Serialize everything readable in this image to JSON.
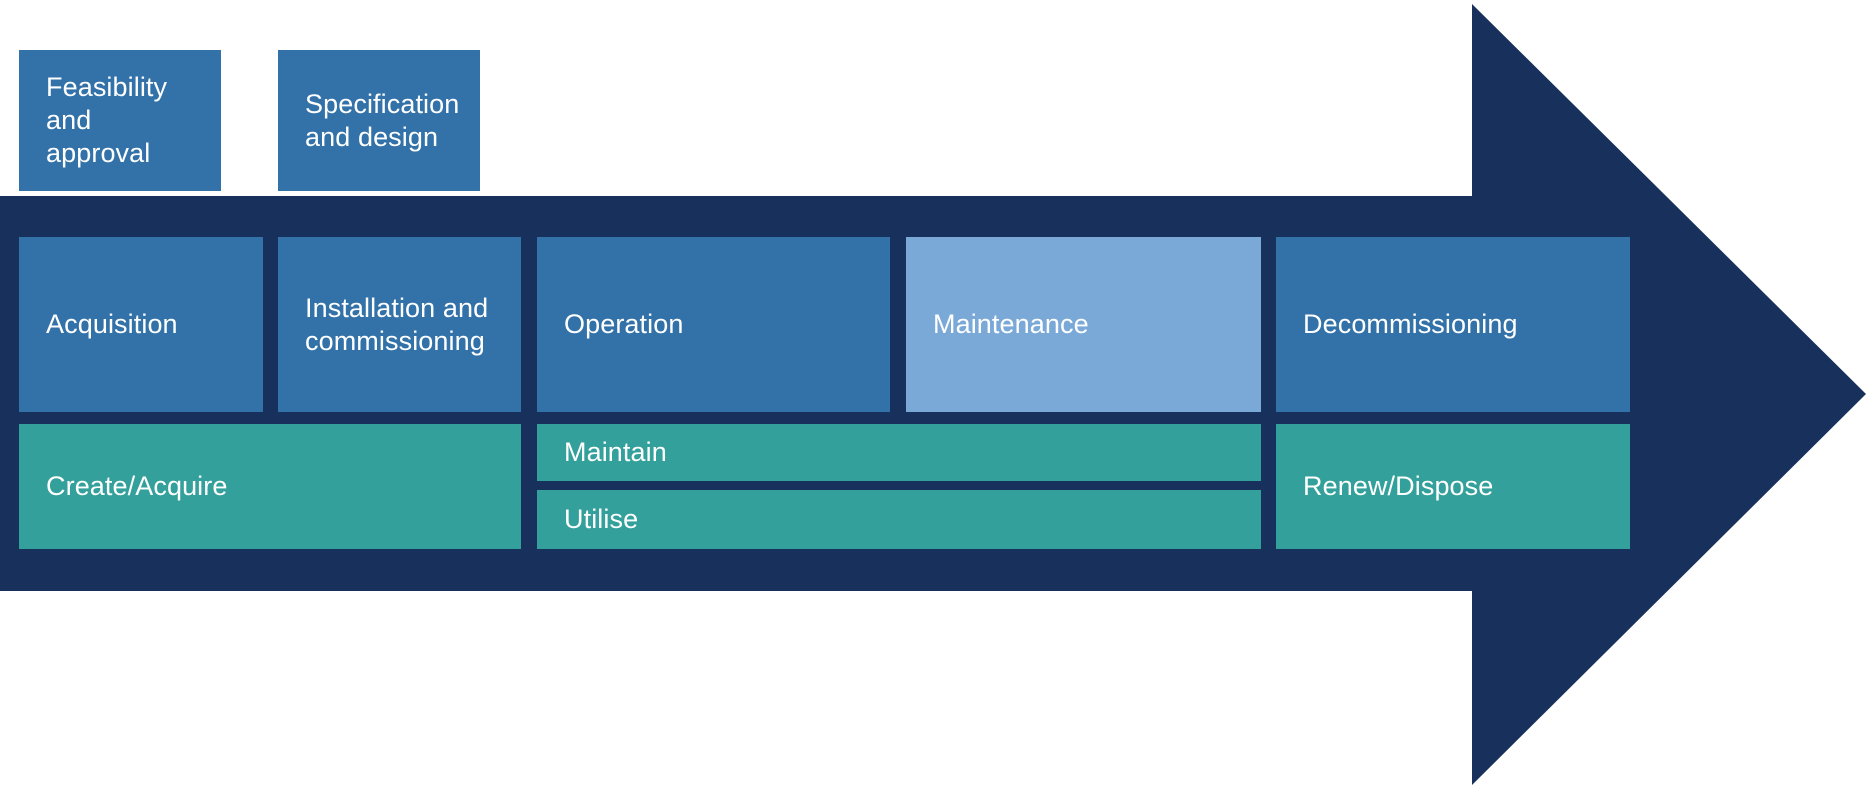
{
  "diagram": {
    "title": "Asset lifecycle stages arrow diagram",
    "direction": "left-to-right",
    "colors": {
      "arrow_navy": "#17305c",
      "stage_blue": "#3272a8",
      "stage_blue_light": "#7aa9d8",
      "stage_teal": "#33a09b",
      "label_text": "#ffffff",
      "background": "#ffffff"
    },
    "rows": {
      "top": {
        "name": "early-lifecycle-row",
        "boxes": [
          {
            "id": "feasibility-and-approval",
            "label": "Feasibility and\napproval",
            "color": "stage_blue"
          },
          {
            "id": "specification-and-design",
            "label": "Specification\nand design",
            "color": "stage_blue"
          }
        ]
      },
      "middle": {
        "name": "lifecycle-stage-row",
        "boxes": [
          {
            "id": "acquisition",
            "label": "Acquisition",
            "color": "stage_blue"
          },
          {
            "id": "installation-and-commissioning",
            "label": "Installation and\ncommissioning",
            "color": "stage_blue"
          },
          {
            "id": "operation",
            "label": "Operation",
            "color": "stage_blue"
          },
          {
            "id": "maintenance",
            "label": "Maintenance",
            "color": "stage_blue_light"
          },
          {
            "id": "decommissioning",
            "label": "Decommissioning",
            "color": "stage_blue"
          }
        ]
      },
      "bottom": {
        "name": "lifecycle-activity-row",
        "boxes": [
          {
            "id": "create-acquire",
            "label": "Create/Acquire",
            "color": "stage_teal"
          },
          {
            "id": "maintain",
            "label": "Maintain",
            "color": "stage_teal"
          },
          {
            "id": "utilise",
            "label": "Utilise",
            "color": "stage_teal"
          },
          {
            "id": "renew-dispose",
            "label": "Renew/Dispose",
            "color": "stage_teal"
          }
        ]
      }
    }
  }
}
